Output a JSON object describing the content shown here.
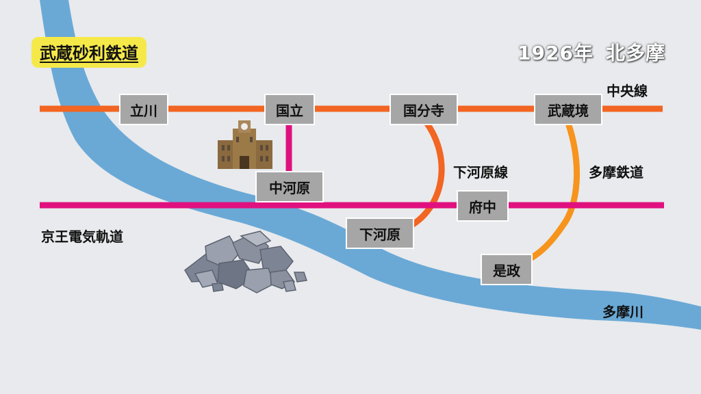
{
  "title": "武蔵砂利鉄道",
  "year_label": "1926年",
  "area_label": "北多摩",
  "lines": {
    "chuo": "中央線",
    "keio": "京王電気軌道",
    "shimogawara_line": "下河原線",
    "tama_railway": "多摩鉄道"
  },
  "river": "多摩川",
  "stations": {
    "tachikawa": "立川",
    "kunitachi": "国立",
    "kokubunji": "国分寺",
    "musashisakai": "武蔵境",
    "nakagawara": "中河原",
    "fuchu": "府中",
    "shimogawara": "下河原",
    "koremasa": "是政"
  },
  "icons": [
    "university-building-icon",
    "gravel-pile-icon"
  ],
  "colors": {
    "background": "#e8eaed",
    "river": "#6aa9d6",
    "chuo_line": "#f26522",
    "keio_line": "#e0117f",
    "branch_line": "#f7941d",
    "station_box": "#a6a6a6",
    "title_highlight": "#f5e94a"
  }
}
